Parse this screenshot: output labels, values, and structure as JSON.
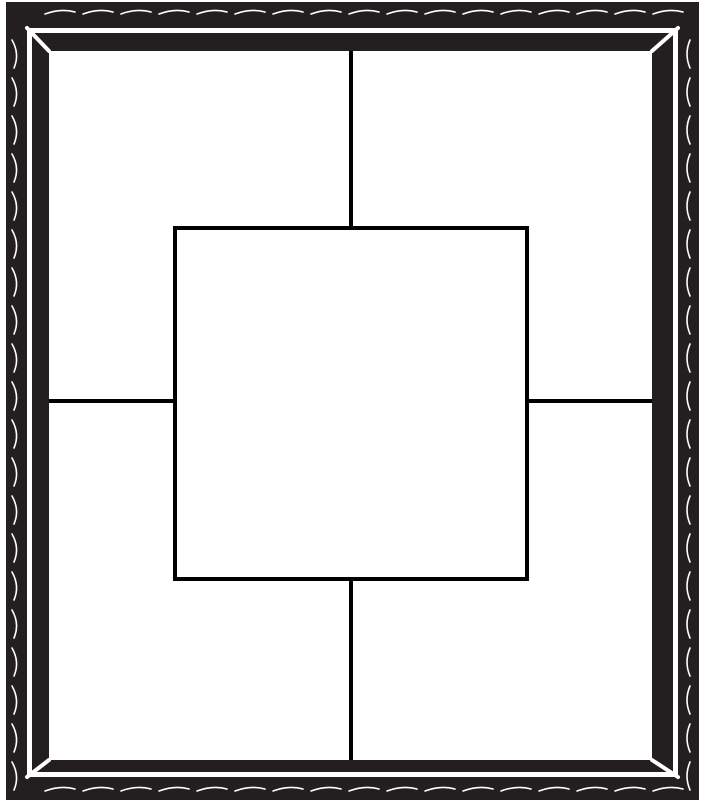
{
  "colors": {
    "frame": "#231f20",
    "highlight": "#ffffff",
    "lines": "#000000",
    "background": "#ffffff"
  },
  "diagram": {
    "type": "four-square graphic organizer",
    "border_style": "decorative picture frame with scalloped edge",
    "regions": [
      "top-left",
      "top-right",
      "bottom-left",
      "bottom-right",
      "center"
    ]
  }
}
